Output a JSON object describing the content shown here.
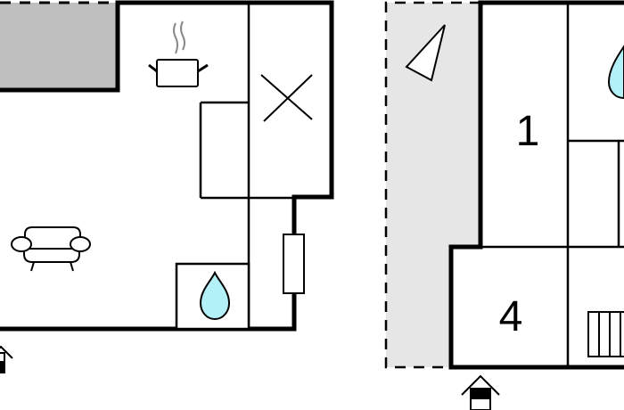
{
  "diagram": {
    "type": "floor-plan",
    "colors": {
      "wall": "#000000",
      "terrace_dark": "#bfbfbf",
      "terrace_light": "#e6e6e6",
      "water": "#b3f0f7",
      "background": "#ffffff"
    },
    "left_floor": {
      "icons": [
        "cooking-pot-icon",
        "sofa-icon",
        "water-drop-icon",
        "cross-icon",
        "entrance-icon"
      ]
    },
    "right_floor": {
      "rooms": [
        {
          "id": "room-1",
          "label": "1"
        },
        {
          "id": "room-4",
          "label": "4"
        }
      ],
      "icons": [
        "north-arrow-icon",
        "water-drop-icon",
        "stairs-icon",
        "entrance-icon"
      ]
    }
  }
}
